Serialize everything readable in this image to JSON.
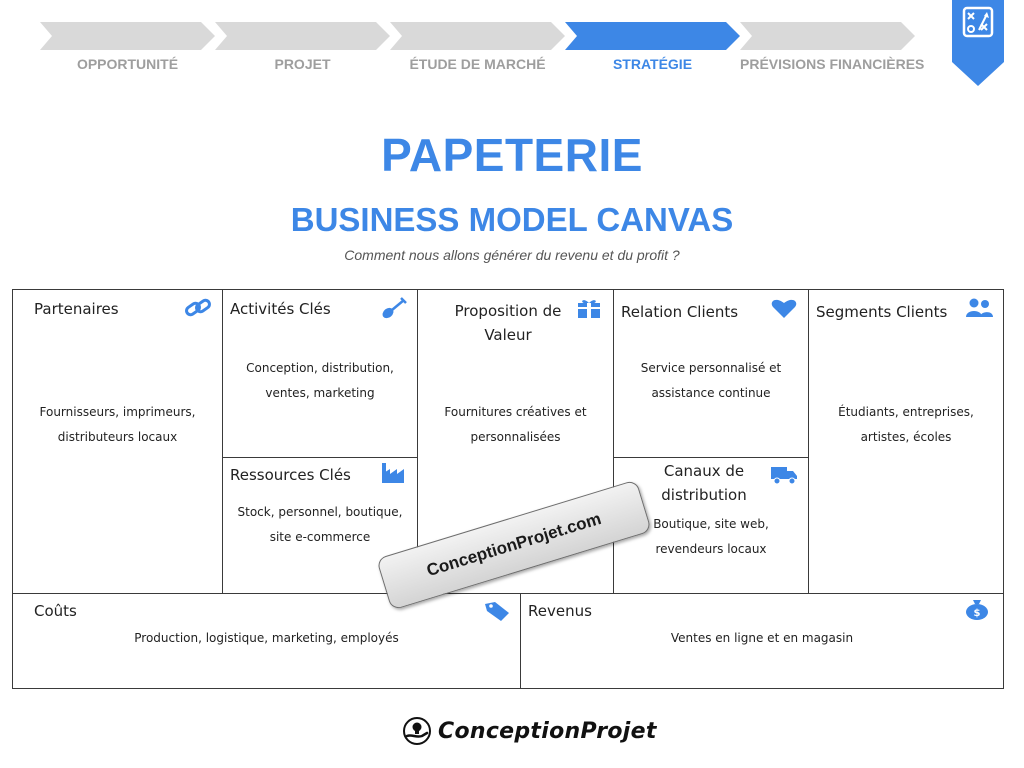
{
  "steps": [
    {
      "label": "OPPORTUNITÉ",
      "active": false
    },
    {
      "label": "PROJET",
      "active": false
    },
    {
      "label": "ÉTUDE DE MARCHÉ",
      "active": false
    },
    {
      "label": "STRATÉGIE",
      "active": true
    },
    {
      "label": "PRÉVISIONS FINANCIÈRES",
      "active": false
    }
  ],
  "colors": {
    "accent": "#3d87e6",
    "step_inactive": "#d9d9d9",
    "step_label_inactive": "#9e9e9e",
    "border": "#3a3a3a"
  },
  "header": {
    "title": "PAPETERIE",
    "subtitle": "BUSINESS MODEL CANVAS",
    "tagline": "Comment nous allons générer du revenu et du profit ?"
  },
  "canvas": {
    "partenaires": {
      "title": "Partenaires",
      "text": "Fournisseurs, imprimeurs, distributeurs locaux",
      "icon": "link-icon"
    },
    "activites": {
      "title": "Activités Clés",
      "text": "Conception, distribution, ventes, marketing",
      "icon": "shovel-icon"
    },
    "ressources": {
      "title": "Ressources Clés",
      "text": "Stock, personnel, boutique, site e-commerce",
      "icon": "factory-icon"
    },
    "proposition": {
      "title": "Proposition de Valeur",
      "text": "Fournitures créatives et personnalisées",
      "icon": "gift-icon"
    },
    "relation": {
      "title": "Relation Clients",
      "text": "Service personnalisé et assistance continue",
      "icon": "heart-icon"
    },
    "canaux": {
      "title": "Canaux de distribution",
      "text": "Boutique, site web, revendeurs locaux",
      "icon": "truck-icon"
    },
    "segments": {
      "title": "Segments Clients",
      "text": "Étudiants, entreprises, artistes, écoles",
      "icon": "users-icon"
    },
    "couts": {
      "title": "Coûts",
      "text": "Production, logistique, marketing, employés",
      "icon": "tag-icon"
    },
    "revenus": {
      "title": "Revenus",
      "text": "Ventes en ligne et en magasin",
      "icon": "money-bag-icon"
    }
  },
  "watermark": "ConceptionProjet.com",
  "footer": {
    "brand": "ConceptionProjet"
  }
}
